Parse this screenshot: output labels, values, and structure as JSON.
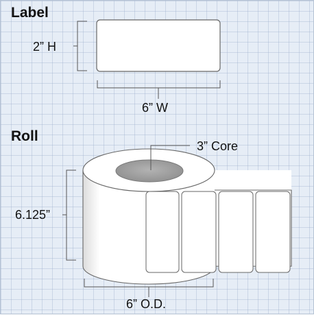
{
  "label_section": {
    "heading": "Label",
    "height_text": "2” H",
    "width_text": "6” W"
  },
  "roll_section": {
    "heading": "Roll",
    "core_text": "3” Core",
    "roll_width_text": "6.125”",
    "outer_diameter_text": "6” O.D.",
    "labels_on_roll": 4
  },
  "colors": {
    "background": "#e6edf6",
    "grid": "#a9bbd4",
    "outline": "#666666",
    "core_fill": "#9e9e9e",
    "label_fill": "#ffffff"
  }
}
